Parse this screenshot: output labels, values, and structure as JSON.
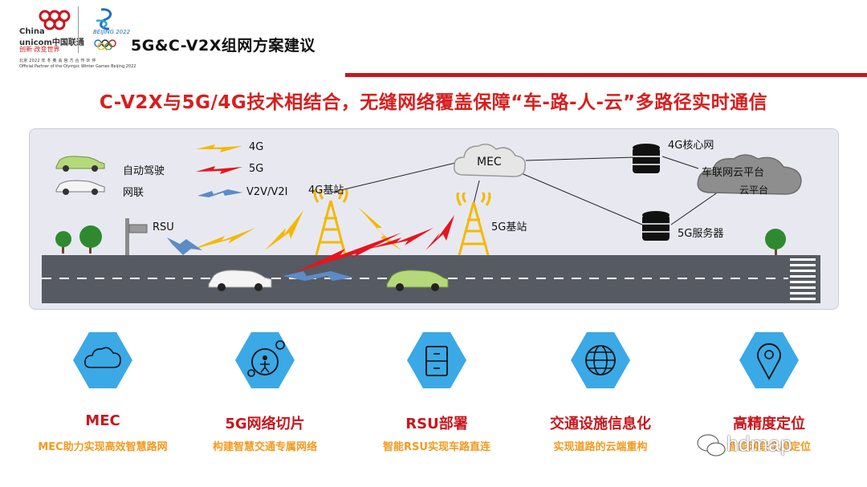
{
  "header": {
    "brand_name_en_line1": "China",
    "brand_name_en_line2": "unicom中国联通",
    "brand_slogan": "创新·改变世界",
    "olympic_logo_text": "BEIJING 2022",
    "partner_line_cn": "北京 2022 年 冬 奥 会 官 方 合 作 伙 伴",
    "partner_line_en": "Official Partner of the Olympic Winter Games Beijing 2022",
    "slide_title": "5G&C-V2X组网方案建议",
    "rule_color": "#c8161d"
  },
  "headline": "C-V2X与5G/4G技术相结合，无缝网络覆盖保障“车-路-人-云”多路径实时通信",
  "diagram": {
    "legend": {
      "autonomous": "自动驾驶",
      "connected": "网联",
      "sig_4g": "4G",
      "sig_5g": "5G",
      "sig_v2v": "V2V/V2I"
    },
    "labels": {
      "rsu": "RSU",
      "mec": "MEC",
      "bs_4g": "4G基站",
      "bs_5g": "5G基站",
      "core_4g": "4G核心网",
      "server_5g": "5G服务器",
      "cloud": "车联网云平台",
      "cloud_line2": "云平台"
    },
    "colors": {
      "sig_4g": "#f5b800",
      "sig_5g": "#e8141c",
      "sig_v2v": "#5b8cc6",
      "tower": "#f5b800"
    }
  },
  "features": [
    {
      "icon": "cloud-icon",
      "title": "MEC",
      "desc": "MEC助力实现高效智慧路网"
    },
    {
      "icon": "network-slice-icon",
      "title": "5G网络切片",
      "desc": "构建智慧交通专属网络"
    },
    {
      "icon": "cabinet-icon",
      "title": "RSU部署",
      "desc": "智能RSU实现车路直连"
    },
    {
      "icon": "globe-icon",
      "title": "交通设施信息化",
      "desc": "实现道路的云端重构"
    },
    {
      "icon": "location-pin-icon",
      "title": "高精度定位",
      "desc": "智能网联全局定位"
    }
  ],
  "watermark": "hdmap"
}
